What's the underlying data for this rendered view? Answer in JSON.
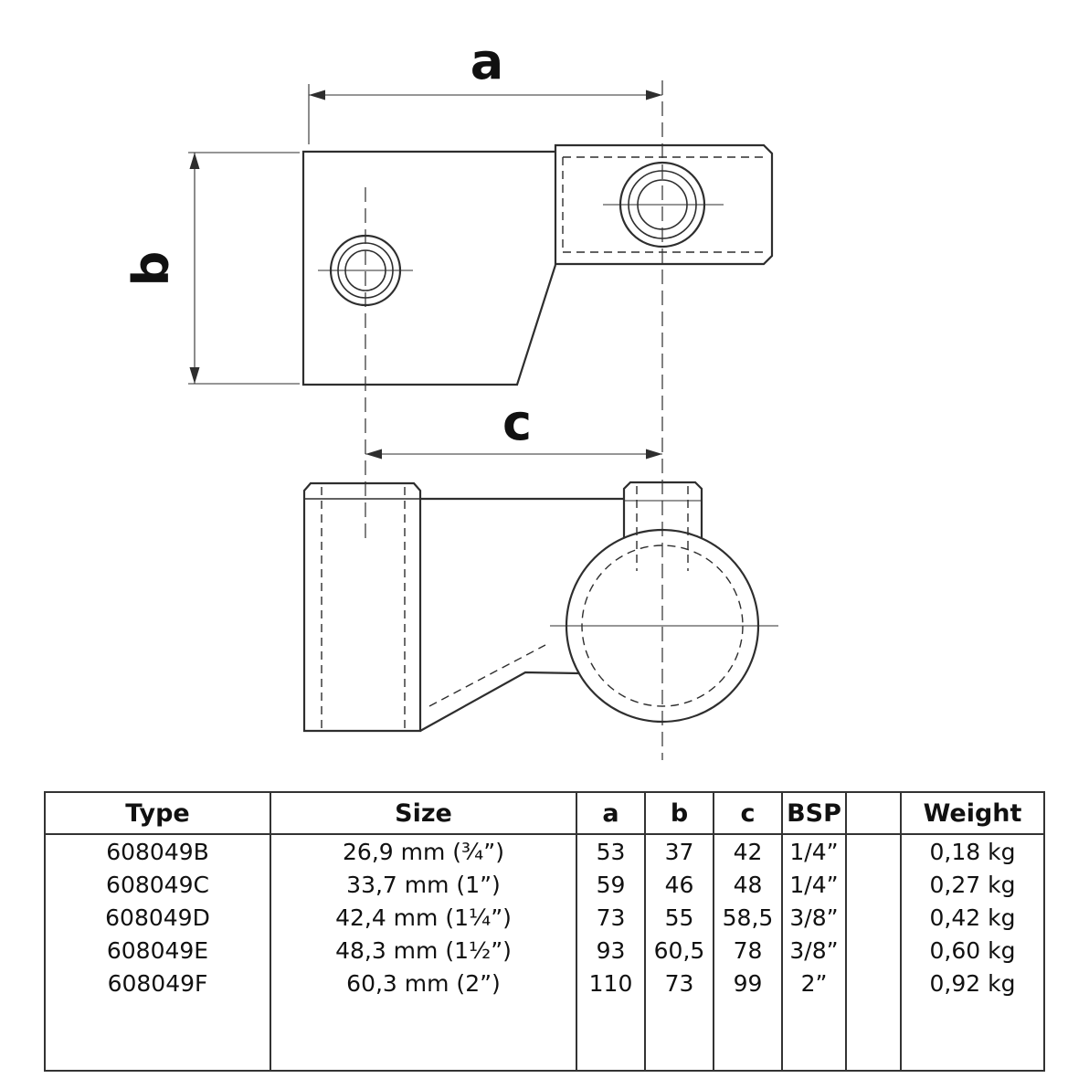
{
  "drawing": {
    "dim_labels": {
      "a": "a",
      "b": "b",
      "c": "c"
    }
  },
  "table": {
    "headers": {
      "type": "Type",
      "size": "Size",
      "a": "a",
      "b": "b",
      "c": "c",
      "bsp": "BSP",
      "spacer": "",
      "weight": "Weight"
    },
    "rows": [
      {
        "type": "608049B",
        "size": "26,9 mm (¾”)",
        "a": "53",
        "b": "37",
        "c": "42",
        "bsp": "1/4”",
        "weight": "0,18 kg"
      },
      {
        "type": "608049C",
        "size": "33,7 mm (1”)",
        "a": "59",
        "b": "46",
        "c": "48",
        "bsp": "1/4”",
        "weight": "0,27 kg"
      },
      {
        "type": "608049D",
        "size": "42,4 mm (1¼”)",
        "a": "73",
        "b": "55",
        "c": "58,5",
        "bsp": "3/8”",
        "weight": "0,42 kg"
      },
      {
        "type": "608049E",
        "size": "48,3 mm (1½”)",
        "a": "93",
        "b": "60,5",
        "c": "78",
        "bsp": "3/8”",
        "weight": "0,60 kg"
      },
      {
        "type": "608049F",
        "size": "60,3 mm (2”)",
        "a": "110",
        "b": "73",
        "c": "99",
        "bsp": "2”",
        "weight": "0,92 kg"
      }
    ]
  }
}
